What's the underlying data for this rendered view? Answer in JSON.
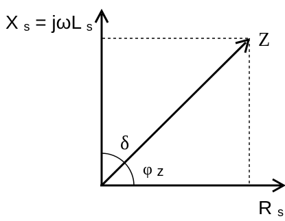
{
  "labels": {
    "y_axis": {
      "main": "X",
      "sub": "s",
      "rest": " = jωL",
      "rest_sub": "s"
    },
    "x_axis": {
      "main": "R",
      "sub": "s"
    },
    "vector": "Z",
    "angle_delta": "δ",
    "angle_phi": {
      "main": "φ",
      "sub": "z"
    }
  },
  "colors": {
    "ink": "#000000",
    "background": "#ffffff"
  }
}
